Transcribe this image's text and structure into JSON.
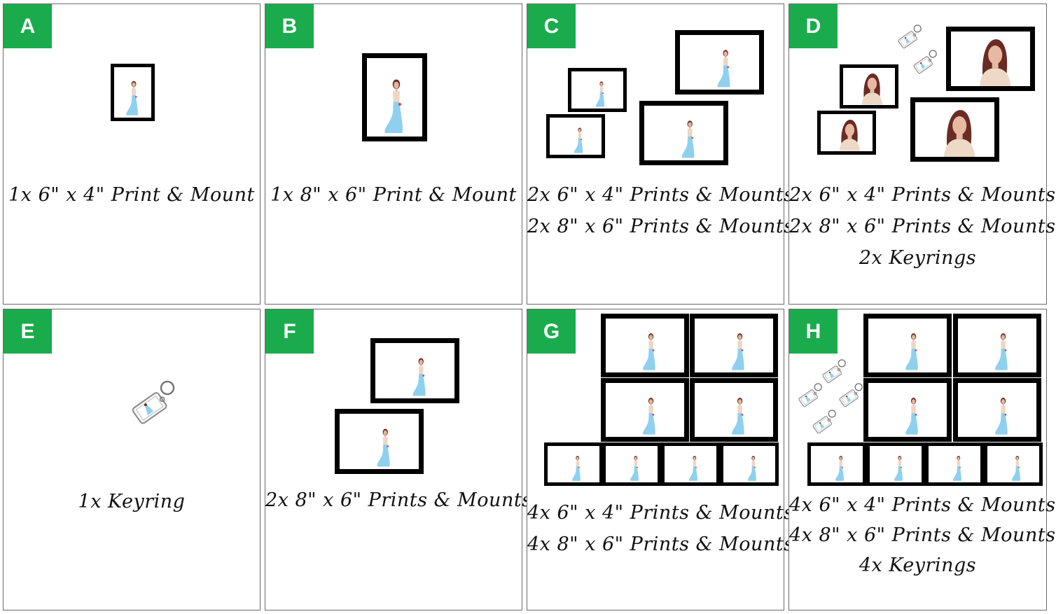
{
  "colors": {
    "badge": "#1aac4c",
    "frame": "#000000",
    "dress": "#8fd0ee"
  },
  "panels": [
    {
      "letter": "A",
      "lines": [
        "1x 6\" x 4\" Print & Mount"
      ]
    },
    {
      "letter": "B",
      "lines": [
        "1x 8\" x 6\" Print & Mount"
      ]
    },
    {
      "letter": "C",
      "lines": [
        "2x 6\" x 4\" Prints & Mounts",
        "2x 8\" x 6\" Prints & Mounts"
      ]
    },
    {
      "letter": "D",
      "lines": [
        "2x 6\" x 4\" Prints & Mounts",
        "2x 8\" x 6\" Prints & Mounts",
        "2x Keyrings"
      ]
    },
    {
      "letter": "E",
      "lines": [
        "1x Keyring"
      ]
    },
    {
      "letter": "F",
      "lines": [
        "2x 8\" x 6\" Prints & Mounts"
      ]
    },
    {
      "letter": "G",
      "lines": [
        "4x 6\" x 4\" Prints & Mounts",
        "4x 8\" x 6\" Prints & Mounts"
      ]
    },
    {
      "letter": "H",
      "lines": [
        "4x 6\" x 4\" Prints & Mounts",
        "4x 8\" x 6\" Prints & Mounts",
        "4x Keyrings"
      ]
    }
  ]
}
